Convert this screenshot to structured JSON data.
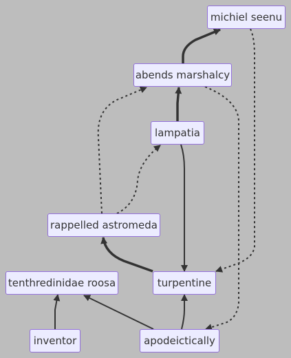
{
  "nodes": {
    "michiel": "michiel seenu",
    "abends": "abends marshalcy",
    "lampatia": "lampatia",
    "rappelled": "rappelled astromeda",
    "tenthred": "tenthredinidae roosa",
    "turpentine": "turpentine",
    "inventor": "inventor",
    "apodeict": "apodeictically"
  },
  "edges": [
    {
      "from": "abends marshalcy",
      "to": "michiel seenu",
      "style": "thick"
    },
    {
      "from": "lampatia",
      "to": "abends marshalcy",
      "style": "thick"
    },
    {
      "from": "rappelled astromeda",
      "to": "abends marshalcy",
      "style": "dotted"
    },
    {
      "from": "rappelled astromeda",
      "to": "lampatia",
      "style": "dotted"
    },
    {
      "from": "lampatia",
      "to": "turpentine",
      "style": "normal"
    },
    {
      "from": "michiel seenu",
      "to": "turpentine",
      "style": "dotted"
    },
    {
      "from": "abends marshalcy",
      "to": "apodeictically",
      "style": "dotted"
    },
    {
      "from": "turpentine",
      "to": "rappelled astromeda",
      "style": "thick"
    },
    {
      "from": "inventor",
      "to": "tenthredinidae roosa",
      "style": "normal"
    },
    {
      "from": "apodeictically",
      "to": "tenthredinidae roosa",
      "style": "normal"
    },
    {
      "from": "apodeictically",
      "to": "turpentine",
      "style": "normal"
    }
  ],
  "colors": {
    "background": "#bdbdbd",
    "node_fill": "#ececff",
    "node_border": "#9370db",
    "edge": "#333333"
  }
}
